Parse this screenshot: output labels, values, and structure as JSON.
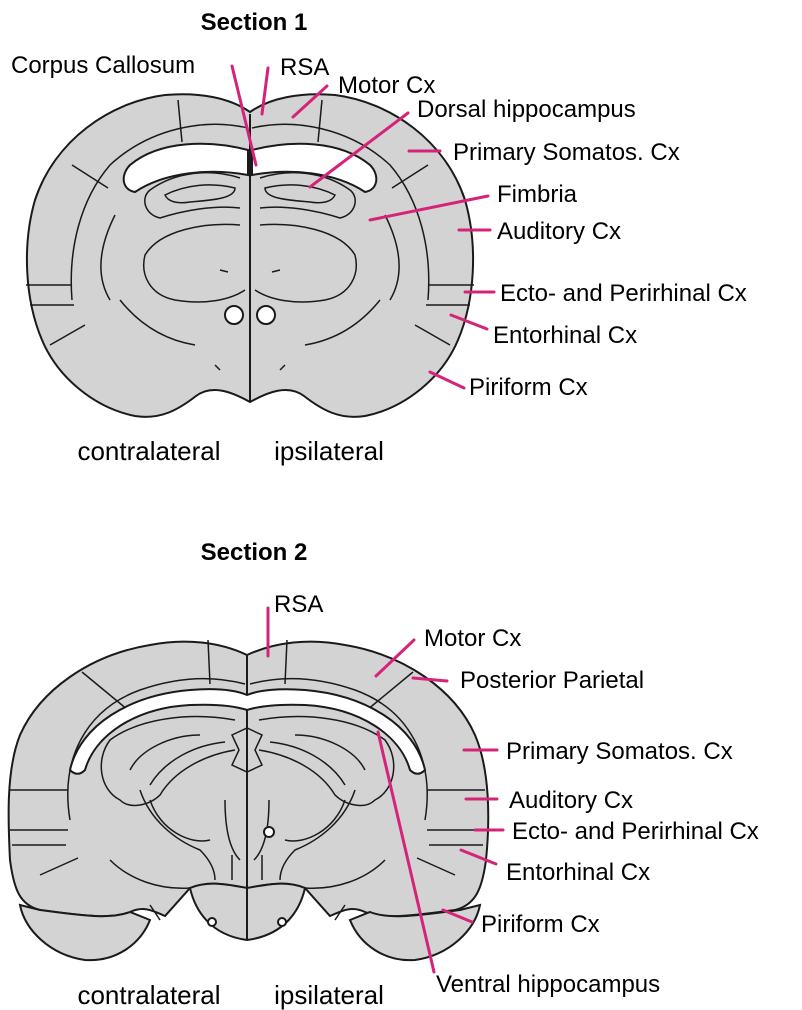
{
  "colors": {
    "tissue": "#d3d3d3",
    "outline": "#1a1a1a",
    "leader": "#d6237a"
  },
  "section1": {
    "title": "Section 1",
    "labels": {
      "corpus_callosum": "Corpus Callosum",
      "rsa": "RSA",
      "motor": "Motor Cx",
      "dorsal_hippocampus": "Dorsal hippocampus",
      "primary_somatos": "Primary Somatos. Cx",
      "fimbria": "Fimbria",
      "auditory": "Auditory Cx",
      "ecto_perirhinal": "Ecto- and Perirhinal Cx",
      "entorhinal": "Entorhinal Cx",
      "piriform": "Piriform Cx"
    },
    "contralateral": "contralateral",
    "ipsilateral": "ipsilateral"
  },
  "section2": {
    "title": "Section 2",
    "labels": {
      "rsa": "RSA",
      "motor": "Motor Cx",
      "posterior_parietal": "Posterior Parietal",
      "primary_somatos": "Primary Somatos. Cx",
      "auditory": "Auditory Cx",
      "ecto_perirhinal": "Ecto- and Perirhinal Cx",
      "entorhinal": "Entorhinal Cx",
      "piriform": "Piriform Cx",
      "ventral_hippocampus": "Ventral hippocampus"
    },
    "contralateral": "contralateral",
    "ipsilateral": "ipsilateral"
  }
}
